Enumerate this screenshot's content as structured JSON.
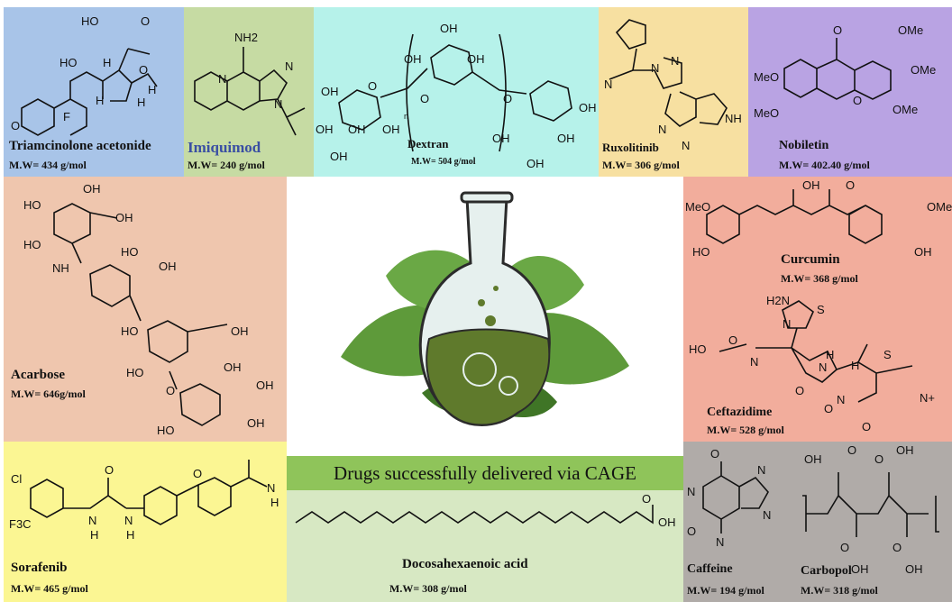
{
  "banner": {
    "text": "Drugs successfully delivered via CAGE"
  },
  "drugs": [
    {
      "id": "triamcinolone",
      "name": "Triamcinolone acetonide",
      "mw": "M.W= 434 g/mol",
      "color": "#a8c4e8"
    },
    {
      "id": "imiquimod",
      "name": "Imiquimod",
      "mw": "M.W= 240 g/mol",
      "color": "#c6dba3"
    },
    {
      "id": "dextran",
      "name": "Dextran",
      "mw": "M.W= 504 g/mol",
      "color": "#b6f2ea"
    },
    {
      "id": "ruxolitinib",
      "name": "Ruxolitinib",
      "mw": "M.W= 306 g/mol",
      "color": "#f7e0a1"
    },
    {
      "id": "nobiletin",
      "name": "Nobiletin",
      "mw": "M.W= 402.40 g/mol",
      "color": "#b9a3e3"
    },
    {
      "id": "acarbose",
      "name": "Acarbose",
      "mw": "M.W= 646g/mol",
      "color": "#efc6ae"
    },
    {
      "id": "curcumin",
      "name": "Curcumin",
      "mw": "M.W= 368 g/mol",
      "color": "#f2ad9c"
    },
    {
      "id": "ceftazidime",
      "name": "Ceftazidime",
      "mw": "M.W= 528 g/mol",
      "color": "#f2ad9c"
    },
    {
      "id": "sorafenib",
      "name": "Sorafenib",
      "mw": "M.W=  465 g/mol",
      "color": "#fbf693"
    },
    {
      "id": "dha",
      "name": "Docosahexaenoic acid",
      "mw": "M.W= 308 g/mol",
      "color": "#d7e8c3"
    },
    {
      "id": "caffeine",
      "name": "Caffeine",
      "mw": "M.W= 194 g/mol",
      "color": "#b0aba8"
    },
    {
      "id": "carbopol",
      "name": "Carbopol",
      "mw": "M.W= 318 g/mol",
      "color": "#b0aba8"
    }
  ],
  "atoms": {
    "triamcinolone": [
      "HO",
      "O",
      "HO",
      "H",
      "O",
      "H",
      "H",
      "F",
      "H",
      "O"
    ],
    "imiquimod": [
      "NH2",
      "N",
      "N",
      "N"
    ],
    "dextran": [
      "OH",
      "OH",
      "OH",
      "OH",
      "O",
      "O",
      "O",
      "OH",
      "n",
      "OH",
      "OH",
      "OH",
      "OH",
      "OH",
      "OH",
      "OH"
    ],
    "ruxolitinib": [
      "N",
      "N",
      "N",
      "N",
      "N",
      "NH"
    ],
    "nobiletin": [
      "O",
      "OMe",
      "MeO",
      "O",
      "OMe",
      "MeO",
      "OMe"
    ],
    "acarbose": [
      "OH",
      "HO",
      "OH",
      "HO",
      "NH",
      "HO",
      "OH",
      "HO",
      "OH",
      "HO",
      "OH",
      "O",
      "OH",
      "HO",
      "OH"
    ],
    "curcumin": [
      "OH",
      "O",
      "MeO",
      "OMe",
      "HO",
      "OH"
    ],
    "ceftazidime": [
      "H2N",
      "S",
      "N",
      "HO",
      "O",
      "N",
      "N",
      "H",
      "H",
      "O",
      "N",
      "S",
      "O",
      "O",
      "N+"
    ],
    "sorafenib": [
      "Cl",
      "O",
      "O",
      "N",
      "H",
      "F3C",
      "N",
      "N",
      "H",
      "H"
    ],
    "dha": [
      "O",
      "OH"
    ],
    "caffeine": [
      "O",
      "N",
      "N",
      "N",
      "N",
      "O"
    ],
    "carbopol": [
      "OH",
      "O",
      "O",
      "OH",
      "O",
      "OH",
      "O",
      "OH"
    ]
  },
  "colors": {
    "leaf": "#5e9a3a",
    "leaf_dark": "#3f7526",
    "flask_glass": "#e6f0ee",
    "liquid": "#5f7a2c",
    "banner": "#8fc45a"
  }
}
